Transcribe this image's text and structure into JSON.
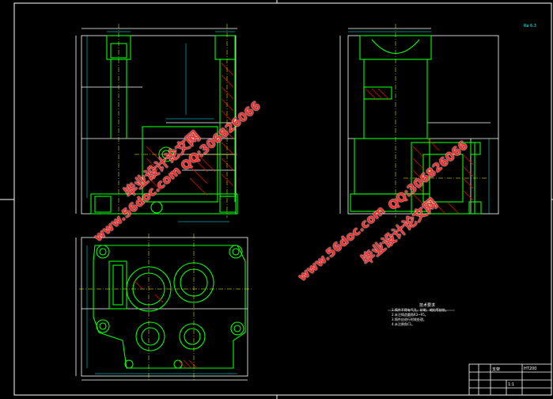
{
  "watermarks": [
    {
      "text": "毕业设计论文网",
      "style": "red"
    },
    {
      "text": "www.56doc.com",
      "style": "red"
    },
    {
      "text": "QQ:306826066",
      "style": "red"
    },
    {
      "text": "www.56doc.com",
      "style": "red"
    },
    {
      "text": "QQ:306826066",
      "style": "red"
    },
    {
      "text": "毕业设计论文网",
      "style": "red"
    }
  ],
  "tech_notes": {
    "title": "技术要求",
    "lines": [
      "1.铸件不得有气孔、砂眼、缩松等缺陷。",
      "2.未注铸造圆角R3~R5。",
      "3.铸件应进行时效处理。",
      "4.未注倒角C1。"
    ]
  },
  "title_block": {
    "part_name": "支架",
    "material": "HT200",
    "scale": "1:1"
  },
  "roughness_mark": "Ra 6.3",
  "colors": {
    "background": "#000000",
    "outline_green": "#00ff00",
    "line_white": "#ffffff",
    "line_yellow": "#ffff00",
    "line_cyan": "#00ffff",
    "hatch_red": "#ff0000",
    "watermark_red": "#ff2a2a"
  }
}
